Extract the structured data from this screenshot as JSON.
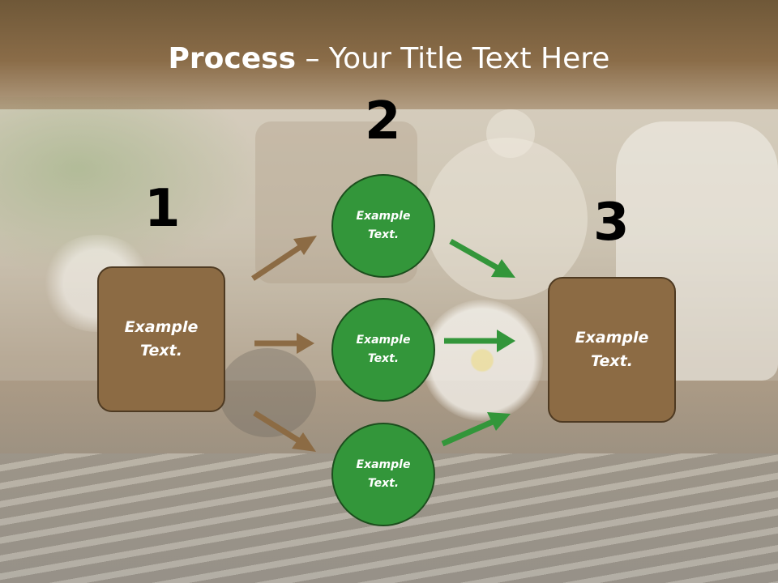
{
  "title": {
    "bold": "Process",
    "rest": " – Your Title Text Here"
  },
  "steps": [
    {
      "number": "1",
      "label_line1": "Example",
      "label_line2": "Text."
    },
    {
      "number": "2",
      "label_line1": "Example",
      "label_line2": "Text."
    },
    {
      "number": "3",
      "label_line1": "Example",
      "label_line2": "Text."
    }
  ],
  "middle_nodes": [
    {
      "label_line1": "Example",
      "label_line2": "Text."
    },
    {
      "label_line1": "Example",
      "label_line2": "Text."
    },
    {
      "label_line1": "Example",
      "label_line2": "Text."
    }
  ],
  "colors": {
    "box_fill": "#8c6b44",
    "circle_fill": "#33963a",
    "arrow_brown": "#8c6b44",
    "arrow_green": "#33963a"
  }
}
